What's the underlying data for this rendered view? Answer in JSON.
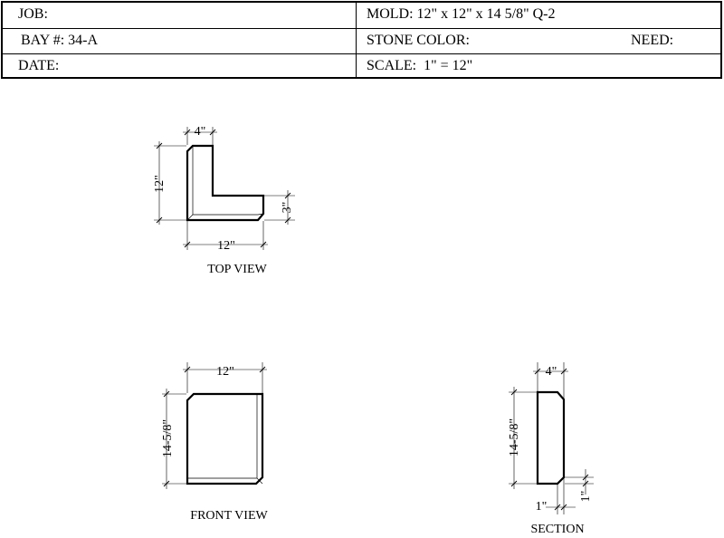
{
  "title_block": {
    "job_label": "JOB:",
    "mold_label": "MOLD: 12\" x 12\" x 14 5/8\" Q-2",
    "bay_label": "BAY #: 34-A",
    "stone_color_label": "STONE COLOR:",
    "need_label": "NEED:",
    "date_label": "DATE:",
    "scale_label": "SCALE:  1\" = 12\""
  },
  "top_view": {
    "caption": "TOP VIEW",
    "dim_top": "4\"",
    "dim_left": "12\"",
    "dim_right": "3\"",
    "dim_bottom": "12\""
  },
  "front_view": {
    "caption": "FRONT VIEW",
    "dim_top": "12\"",
    "dim_left": "14-5/8\""
  },
  "section": {
    "caption": "SECTION",
    "dim_top": "4\"",
    "dim_left": "14-5/8\"",
    "dim_bottom": "1\"",
    "dim_right": "1\""
  },
  "colors": {
    "line": "#000000",
    "background": "#ffffff"
  }
}
